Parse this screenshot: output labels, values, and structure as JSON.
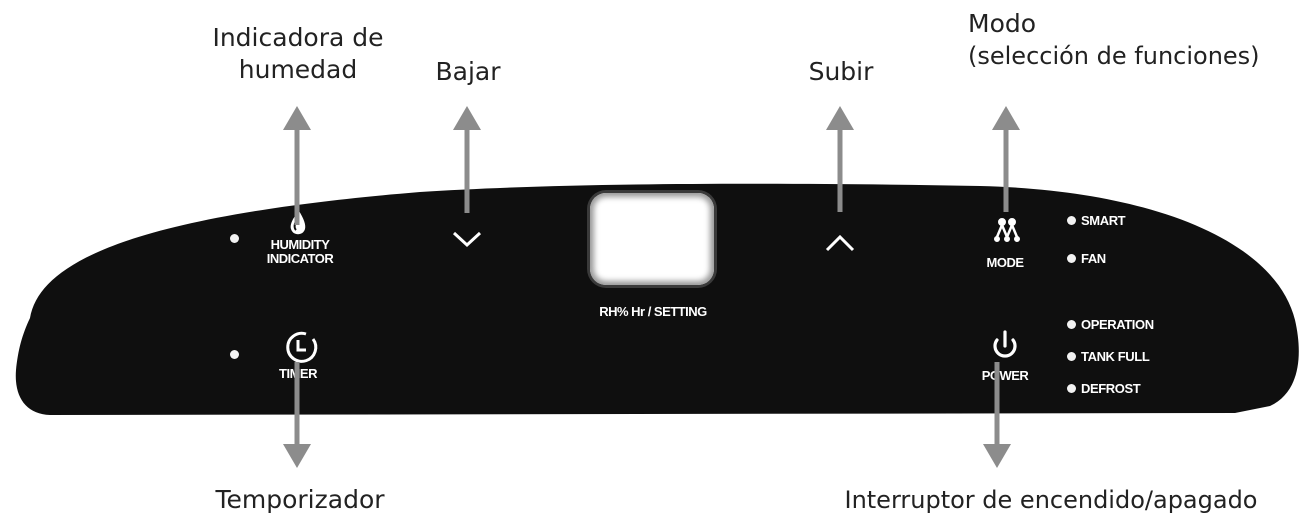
{
  "callouts": {
    "humidity": [
      "Indicadora de",
      "humedad"
    ],
    "lower": "Bajar",
    "raise": "Subir",
    "mode": [
      "Modo",
      "(selección de funciones)"
    ],
    "timer": "Temporizador",
    "power": "Interruptor de encendido/apagado"
  },
  "panel": {
    "humidity_indicator": [
      "HUMIDITY",
      "INDICATOR"
    ],
    "display_label": "RH% Hr / SETTING",
    "timer": "TIMER",
    "mode": "MODE",
    "power": "POWER",
    "mode_indicators": [
      "SMART",
      "FAN"
    ],
    "status_indicators": [
      "OPERATION",
      "TANK FULL",
      "DEFROST"
    ]
  },
  "colors": {
    "panel": "#0f0f0f",
    "arrow": "#8c8c8c",
    "label": "#ffffff",
    "led": "#f2f2f2"
  },
  "icons": {
    "humidity": "droplet-icon",
    "down": "chevron-down-icon",
    "up": "chevron-up-icon",
    "mode": "mode-icon",
    "timer": "clock-icon",
    "power": "power-icon"
  }
}
